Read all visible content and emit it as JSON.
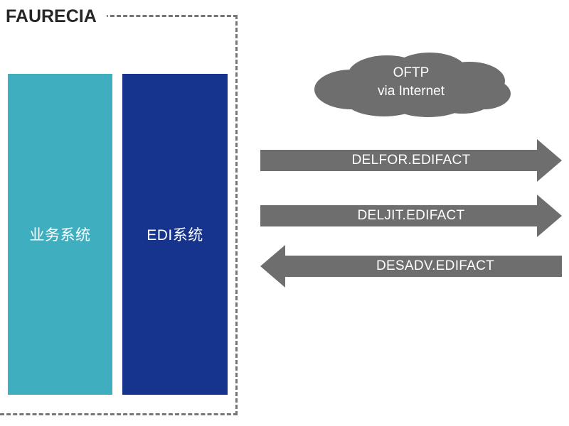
{
  "diagram": {
    "company": {
      "title": "FAURECIA"
    },
    "systems": [
      {
        "label": "业务系统",
        "color": "#3FAFC0",
        "name": "business-system"
      },
      {
        "label": "EDI系统",
        "color": "#17348C",
        "name": "edi-system"
      }
    ],
    "network": {
      "line1": "OFTP",
      "line2": "via Internet",
      "color": "#6E6E6E"
    },
    "messages": [
      {
        "label": "DELFOR.EDIFACT",
        "direction": "right",
        "color": "#6E6E6E"
      },
      {
        "label": "DELJIT.EDIFACT",
        "direction": "right",
        "color": "#6E6E6E"
      },
      {
        "label": "DESADV.EDIFACT",
        "direction": "left",
        "color": "#6E6E6E"
      }
    ],
    "colors": {
      "teal": "#3FAFC0",
      "blue": "#17348C",
      "gray": "#6E6E6E",
      "dash": "#767676",
      "title": "#262626"
    }
  }
}
